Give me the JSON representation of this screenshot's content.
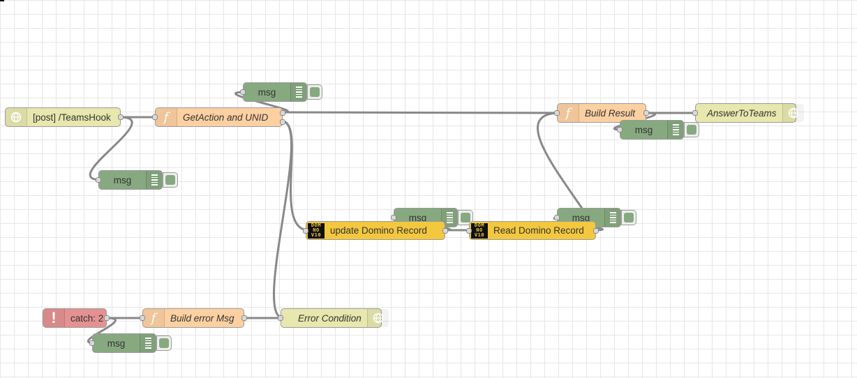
{
  "nodes": {
    "http_in": {
      "label": "[post] /TeamsHook"
    },
    "get_action": {
      "label": "GetAction and UNID"
    },
    "debug_top": {
      "label": "msg"
    },
    "debug_left": {
      "label": "msg"
    },
    "build_result": {
      "label": "Build Result"
    },
    "answer": {
      "label": "AnswerToTeams"
    },
    "debug_result": {
      "label": "msg"
    },
    "update_domino": {
      "label": "update Domino Record",
      "logo": "DOMNOV10"
    },
    "debug_update": {
      "label": "msg"
    },
    "read_domino": {
      "label": "Read Domino Record",
      "logo": "DOMNOV10"
    },
    "debug_read": {
      "label": "msg"
    },
    "catch": {
      "label": "catch: 2"
    },
    "build_error": {
      "label": "Build error Msg"
    },
    "error_condition": {
      "label": "Error Condition"
    },
    "debug_catch": {
      "label": "msg"
    }
  },
  "colors": {
    "http": "#e7e7ae",
    "function": "#fdd0a2",
    "debug": "#87a980",
    "catch": "#e49191",
    "domino": "#f3c83f",
    "wire": "#888888"
  },
  "icons": {
    "http": "globe-icon",
    "function": "function-icon",
    "catch": "exclamation-icon",
    "debug": "list-lines-icon",
    "domino": "domino-logo-icon"
  }
}
